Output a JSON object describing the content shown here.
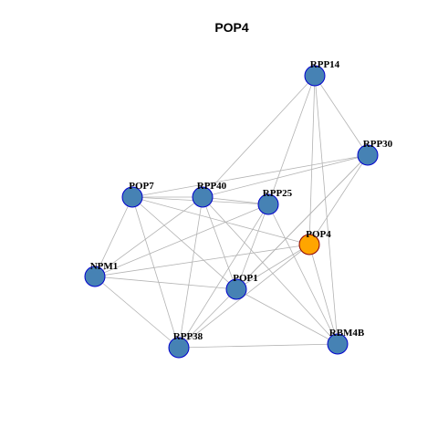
{
  "title": "POP4",
  "colors": {
    "node_fill": "#4682b4",
    "node_stroke": "#0000cd",
    "focus_fill": "#ffa500",
    "focus_stroke": "#8b0000",
    "edge": "#b3b3b3"
  },
  "nodes": [
    {
      "id": "RPP14",
      "label": "RPP14",
      "focus": false
    },
    {
      "id": "RPP30",
      "label": "RPP30",
      "focus": false
    },
    {
      "id": "POP7",
      "label": "POP7",
      "focus": false
    },
    {
      "id": "RPP40",
      "label": "RPP40",
      "focus": false
    },
    {
      "id": "RPP25",
      "label": "RPP25",
      "focus": false
    },
    {
      "id": "POP4",
      "label": "POP4",
      "focus": true
    },
    {
      "id": "NPM1",
      "label": "NPM1",
      "focus": false
    },
    {
      "id": "POP1",
      "label": "POP1",
      "focus": false
    },
    {
      "id": "RPP38",
      "label": "RPP38",
      "focus": false
    },
    {
      "id": "RBM4B",
      "label": "RBM4B",
      "focus": false
    }
  ],
  "edges": [
    [
      "RPP14",
      "RPP30"
    ],
    [
      "RPP14",
      "RPP40"
    ],
    [
      "RPP14",
      "RPP25"
    ],
    [
      "RPP14",
      "POP4"
    ],
    [
      "RPP14",
      "RBM4B"
    ],
    [
      "RPP30",
      "POP7"
    ],
    [
      "RPP30",
      "RPP40"
    ],
    [
      "RPP30",
      "POP4"
    ],
    [
      "RPP30",
      "POP1"
    ],
    [
      "RPP30",
      "RPP38"
    ],
    [
      "POP7",
      "RPP40"
    ],
    [
      "POP7",
      "RPP25"
    ],
    [
      "POP7",
      "POP4"
    ],
    [
      "POP7",
      "NPM1"
    ],
    [
      "POP7",
      "POP1"
    ],
    [
      "POP7",
      "RPP38"
    ],
    [
      "RPP40",
      "RPP25"
    ],
    [
      "RPP40",
      "NPM1"
    ],
    [
      "RPP40",
      "POP1"
    ],
    [
      "RPP40",
      "RPP38"
    ],
    [
      "RPP40",
      "RBM4B"
    ],
    [
      "RPP25",
      "NPM1"
    ],
    [
      "RPP25",
      "POP1"
    ],
    [
      "RPP25",
      "RPP38"
    ],
    [
      "RPP25",
      "RBM4B"
    ],
    [
      "POP4",
      "NPM1"
    ],
    [
      "POP4",
      "POP1"
    ],
    [
      "POP4",
      "RPP38"
    ],
    [
      "POP4",
      "RBM4B"
    ],
    [
      "NPM1",
      "POP1"
    ],
    [
      "NPM1",
      "RPP38"
    ],
    [
      "POP1",
      "RBM4B"
    ],
    [
      "RPP38",
      "RBM4B"
    ]
  ]
}
